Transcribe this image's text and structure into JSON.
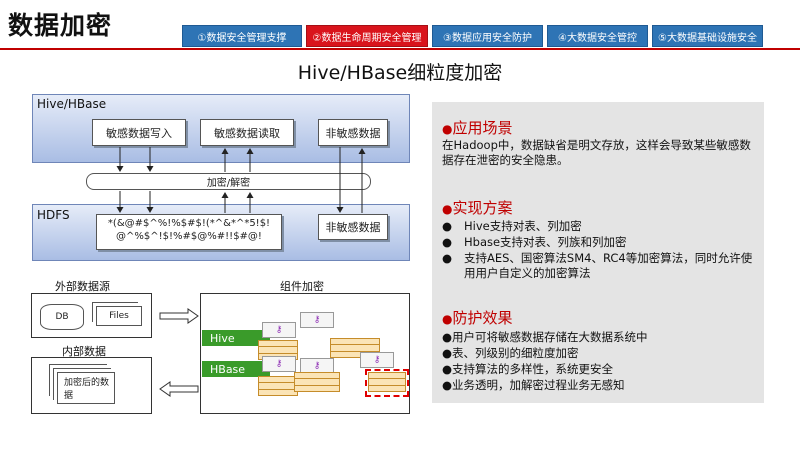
{
  "header": {
    "title": "数据加密",
    "tabs": [
      {
        "label": "①数据安全管理支撑",
        "active": false
      },
      {
        "label": "②数据生命周期安全管理",
        "active": true
      },
      {
        "label": "③数据应用安全防护",
        "active": false
      },
      {
        "label": "④大数据安全管控",
        "active": false
      },
      {
        "label": "⑤大数据基础设施安全",
        "active": false
      }
    ],
    "active_color": "#d9141c",
    "tab_color": "#2e74b5"
  },
  "subtitle": "Hive/HBase细粒度加密",
  "diagram": {
    "hive_label": "Hive/HBase",
    "hdfs_label": "HDFS",
    "write_box": "敏感数据写入",
    "read_box": "敏感数据读取",
    "nonsensitive_top": "非敏感数据",
    "crypt_bar": "加密/解密",
    "cipher_line1": "*(&@#$^%!%$#$!(*^&*^*5!$!",
    "cipher_line2": "@^%$^!$!%#$@%#!!$#@!",
    "nonsensitive_bottom": "非敏感数据"
  },
  "lower": {
    "external_label": "外部数据源",
    "db": "DB",
    "files": "Files",
    "internal_label": "内部数据",
    "encrypted_data": "加密后的数据",
    "component_label": "组件加密",
    "hive": "Hive",
    "hbase": "HBase"
  },
  "panel": {
    "s1_title": "应用场景",
    "s1_text": "在Hadoop中，数据缺省是明文存放，这样会导致某些敏感数据存在泄密的安全隐患。",
    "s2_title": "实现方案",
    "s2_items": [
      "Hive支持对表、列加密",
      "Hbase支持对表、列族和列加密",
      "支持AES、国密算法SM4、RC4等加密算法，同时允许使用用户自定义的加密算法"
    ],
    "s3_title": "防护效果",
    "s3_items": [
      "用户可将敏感数据存储在大数据系统中",
      "表、列级别的细粒度加密",
      "支持算法的多样性，系统更安全",
      "业务透明，加解密过程业务无感知"
    ],
    "heading_color": "#c00000"
  }
}
